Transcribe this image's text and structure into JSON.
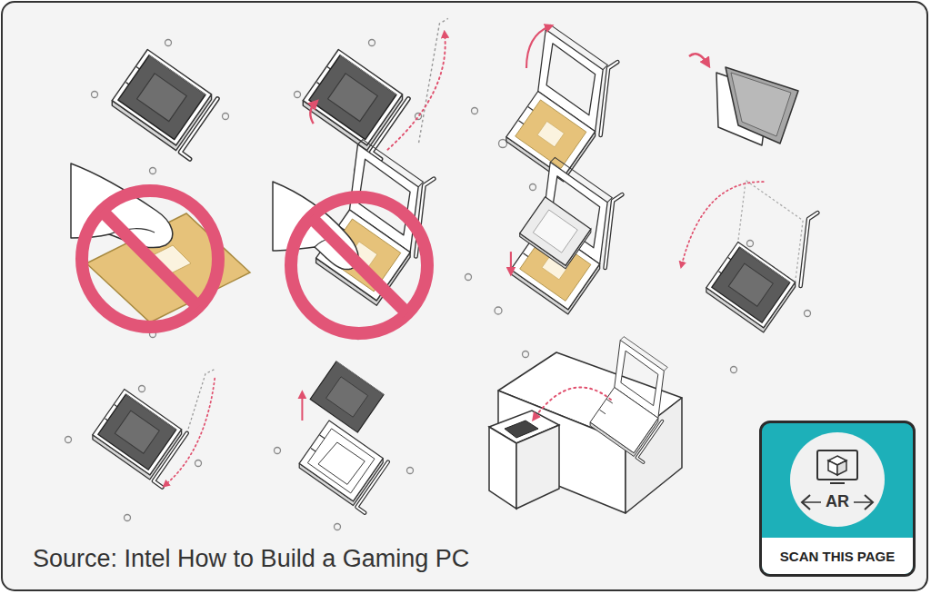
{
  "diagram": {
    "caption": "Source: Intel How to Build a Gaming PC",
    "nodes": [
      {
        "text": [
          "SCAN THIS PAGE"
        ]
      },
      {
        "text": [
          "AR"
        ],
        "in": 0
      }
    ]
  }
}
